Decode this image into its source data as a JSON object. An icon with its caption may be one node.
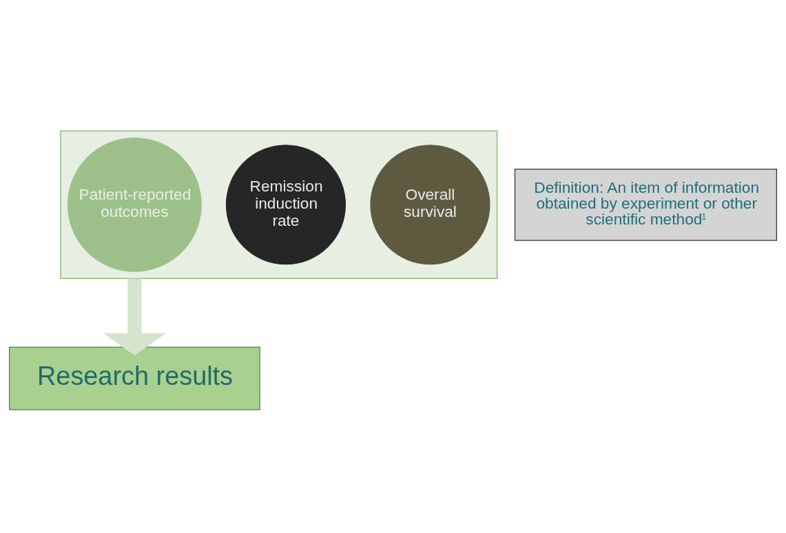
{
  "diagram": {
    "nodes": [
      {
        "text": [],
        "shape": "funnel"
      },
      {
        "text": [
          "Overall survival"
        ],
        "in": 0
      },
      {
        "text": [
          "Remission induction rate"
        ],
        "in": 0
      },
      {
        "text": [
          "Patient-reported outcomes"
        ],
        "in": 0
      },
      {
        "text": [
          "Research results"
        ]
      },
      {
        "text": [
          "Definition: An item of information obtained by experiment or other scientific method$^{1}$"
        ]
      }
    ],
    "edges": [
      {
        "from": 0,
        "to": 4,
        "arrow": "to",
        "color": "#d5e4cc"
      }
    ]
  }
}
